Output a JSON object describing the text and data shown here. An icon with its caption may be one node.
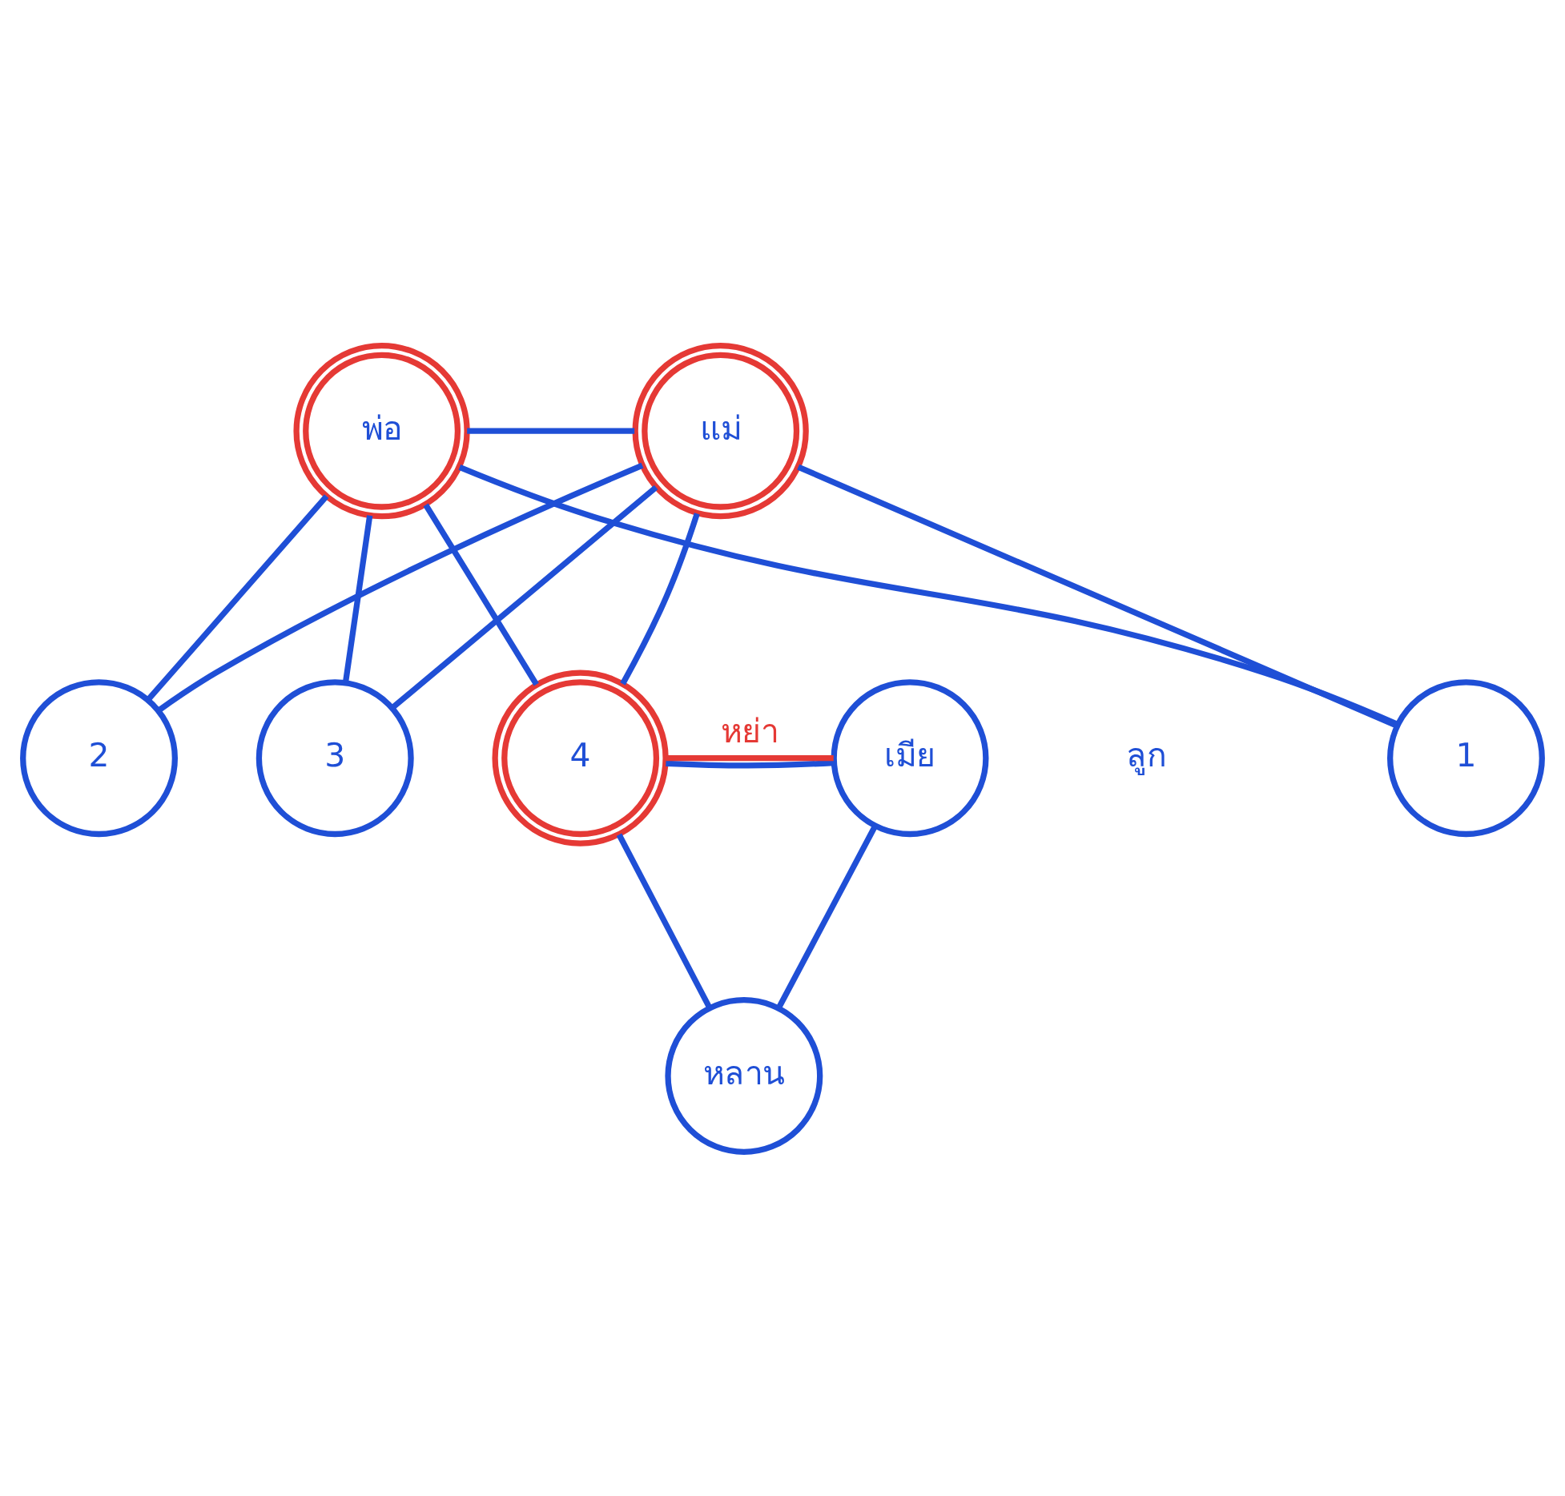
{
  "diagram": {
    "nodes": [
      {
        "text": [
          "พ่อ"
        ]
      },
      {
        "text": [
          "แม่"
        ]
      },
      {
        "text": [
          "1"
        ]
      },
      {
        "text": [
          "2"
        ]
      },
      {
        "text": [
          "3"
        ]
      },
      {
        "text": [
          "4"
        ]
      },
      {
        "text": [
          "เมีย"
        ]
      },
      {
        "text": [
          "หลาน"
        ]
      }
    ],
    "edges": [
      {
        "from": 0,
        "to": 1,
        "arrow": "none"
      },
      {
        "from": 0,
        "to": 2,
        "arrow": "none"
      },
      {
        "from": 1,
        "to": 2,
        "arrow": "none"
      },
      {
        "from": 0,
        "to": 3,
        "arrow": "none"
      },
      {
        "from": 1,
        "to": 3,
        "arrow": "none"
      },
      {
        "from": 0,
        "to": 4,
        "arrow": "none"
      },
      {
        "from": 1,
        "to": 4,
        "arrow": "none"
      },
      {
        "from": 0,
        "to": 5,
        "arrow": "none"
      },
      {
        "from": 1,
        "to": 5,
        "arrow": "none"
      },
      {
        "from": 5,
        "to": 6,
        "arrow": "none"
      },
      {
        "from": 5,
        "to": 6,
        "arrow": "none",
        "label": "หย่า",
        "color": "#e53935"
      },
      {
        "from": 5,
        "to": 7,
        "arrow": "none"
      },
      {
        "from": 6,
        "to": 7,
        "arrow": "none"
      }
    ],
    "labels": [
      "ลูก"
    ]
  }
}
